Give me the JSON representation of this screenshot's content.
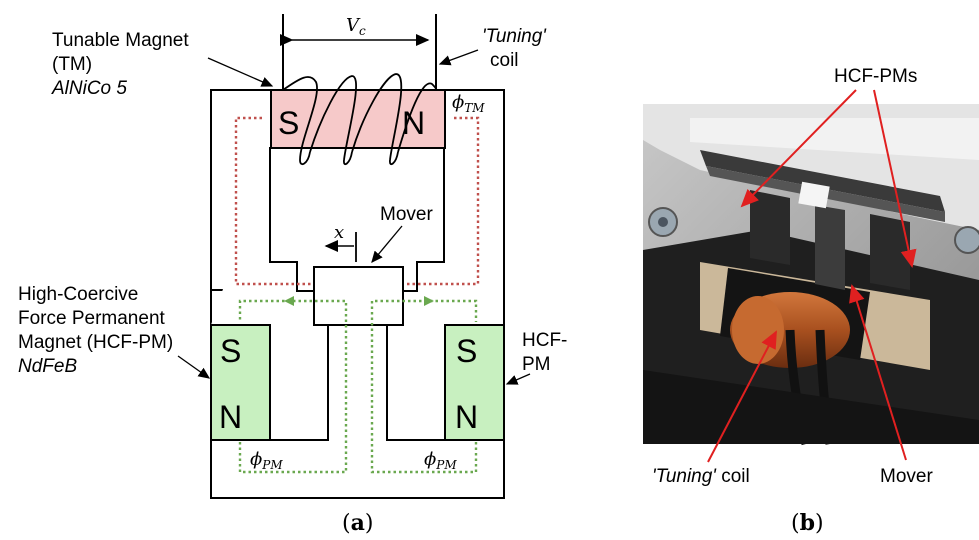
{
  "panel_a": {
    "vc_label": "V",
    "vc_sub": "c",
    "tm_label_line1": "Tunable Magnet",
    "tm_label_line2": "(TM)",
    "tm_label_line3": "AlNiCo 5",
    "tuning_coil_line1": "'Tuning'",
    "tuning_coil_line2": "coil",
    "tm_south": "S",
    "tm_north": "N",
    "phi_tm": "ϕ",
    "phi_tm_sub": "TM",
    "mover_label": "Mover",
    "x_label": "x",
    "hcf_left_line1": "High-Coercive",
    "hcf_left_line2": "Force Permanent",
    "hcf_left_line3": "Magnet (HCF-PM)",
    "hcf_left_line4": "NdFeB",
    "hcf_right_line1": "HCF-",
    "hcf_right_line2": "PM",
    "left_pm_south": "S",
    "left_pm_north": "N",
    "right_pm_south": "S",
    "right_pm_north": "N",
    "phi_pm_left": "ϕ",
    "phi_pm_left_sub": "PM",
    "phi_pm_right": "ϕ",
    "phi_pm_right_sub": "PM",
    "caption_open": "(",
    "caption_letter": "a",
    "caption_close": ")"
  },
  "panel_b": {
    "hcf_pms_label": "HCF-PMs",
    "tuning_coil_italic": "'Tuning'",
    "tuning_coil_rest": " coil",
    "mover_label": "Mover",
    "caption_open": "(",
    "caption_letter": "b",
    "caption_close": ")"
  },
  "colors": {
    "tm_fill": "#f6c9c9",
    "pm_fill": "#c8f0c0",
    "tm_flux": "#c0504d",
    "pm_flux": "#6aa84f",
    "annotation_red": "#e02020"
  }
}
